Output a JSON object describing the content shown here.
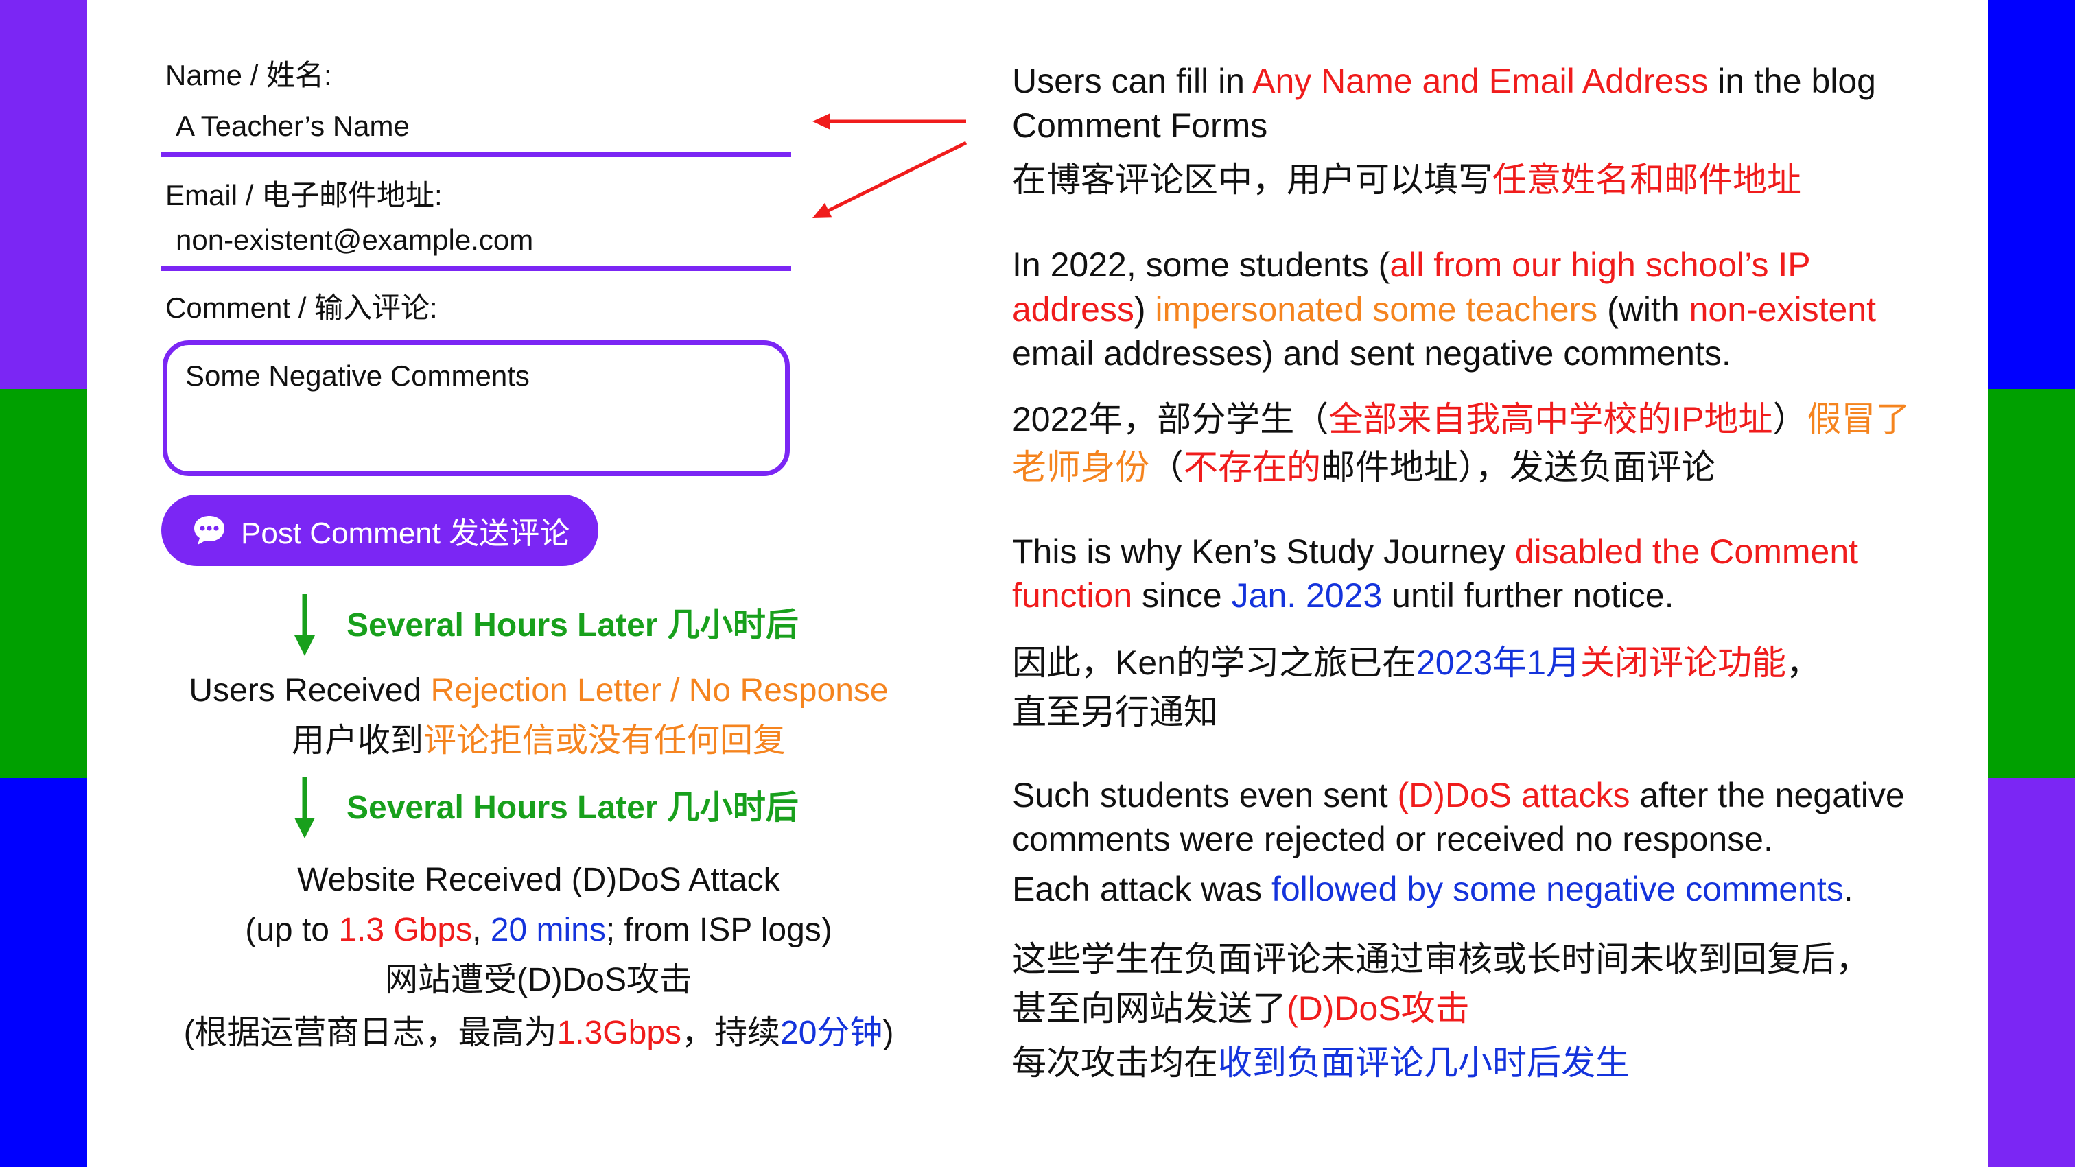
{
  "colors": {
    "purple": "#7b26f4",
    "green_bar": "#00a000",
    "blue_bar": "#0000ff",
    "text": "#111111",
    "red": "#f01c1c",
    "orange": "#f5841f",
    "blue": "#1433dc",
    "green": "#18a01c",
    "white": "#ffffff"
  },
  "icons": {
    "submit": "chat-bubble-icon",
    "flow_arrow": "arrow-down-icon",
    "pointer_arrows": "arrow-left-icon"
  },
  "form": {
    "name_label": "Name / 姓名:",
    "name_value": "A Teacher’s Name",
    "email_label": "Email / 电子邮件地址:",
    "email_value": "non-existent@example.com",
    "comment_label": "Comment / 输入评论:",
    "comment_value": "Some Negative Comments",
    "submit_label": "Post Comment 发送评论"
  },
  "flow": {
    "delay_label_1": "Several Hours Later 几小时后",
    "delay_label_2": "Several Hours Later 几小时后",
    "received_en": [
      {
        "text": "Users Received "
      },
      {
        "text": "Rejection Letter / No Response",
        "color": "orange"
      }
    ],
    "received_zh": [
      {
        "text": "用户收到"
      },
      {
        "text": "评论拒信或没有任何回复",
        "color": "orange"
      }
    ],
    "attack_en": [
      {
        "text": "Website Received (D)DoS Attack"
      }
    ],
    "attack_detail_en": [
      {
        "text": "(up to "
      },
      {
        "text": "1.3 Gbps",
        "color": "red"
      },
      {
        "text": ", "
      },
      {
        "text": "20 mins",
        "color": "blue"
      },
      {
        "text": "; from ISP logs)"
      }
    ],
    "attack_zh": [
      {
        "text": "网站遭受(D)DoS攻击"
      }
    ],
    "attack_detail_zh": [
      {
        "text": "(根据运营商日志，最高为"
      },
      {
        "text": "1.3Gbps",
        "color": "red"
      },
      {
        "text": "，持续"
      },
      {
        "text": "20分钟",
        "color": "blue"
      },
      {
        "text": ")"
      }
    ]
  },
  "explanation": {
    "lines": [
      [
        {
          "text": "Users can fill in "
        },
        {
          "text": "Any Name and Email Address",
          "color": "red"
        },
        {
          "text": " in the blog"
        }
      ],
      [
        {
          "text": "Comment Forms"
        }
      ],
      [
        {
          "text": "在博客评论区中，用户可以填写"
        },
        {
          "text": "任意姓名和邮件地址",
          "color": "red"
        }
      ],
      [
        {
          "text": "In 2022, some students ("
        },
        {
          "text": "all from our high school’s IP",
          "color": "red"
        }
      ],
      [
        {
          "text": "address",
          "color": "red"
        },
        {
          "text": ") "
        },
        {
          "text": "impersonated some teachers",
          "color": "orange"
        },
        {
          "text": " (with "
        },
        {
          "text": "non-existent",
          "color": "red"
        }
      ],
      [
        {
          "text": "email addresses) and sent negative comments."
        }
      ],
      [
        {
          "text": "2022年，部分学生（"
        },
        {
          "text": "全部来自我高中学校的IP地址",
          "color": "red"
        },
        {
          "text": "）"
        },
        {
          "text": "假冒了",
          "color": "orange"
        }
      ],
      [
        {
          "text": "老师身份",
          "color": "orange"
        },
        {
          "text": "（"
        },
        {
          "text": "不存在的",
          "color": "red"
        },
        {
          "text": "邮件地址），发送负面评论"
        }
      ],
      [
        {
          "text": "This is why Ken’s Study Journey "
        },
        {
          "text": "disabled the Comment",
          "color": "red"
        }
      ],
      [
        {
          "text": "function",
          "color": "red"
        },
        {
          "text": " since "
        },
        {
          "text": "Jan. 2023",
          "color": "blue"
        },
        {
          "text": " until further notice."
        }
      ],
      [
        {
          "text": "因此，Ken的学习之旅已在"
        },
        {
          "text": "2023年1月",
          "color": "blue"
        },
        {
          "text": "关闭评论功能",
          "color": "red"
        },
        {
          "text": "，"
        }
      ],
      [
        {
          "text": "直至另行通知"
        }
      ],
      [
        {
          "text": "Such students even sent "
        },
        {
          "text": "(D)DoS attacks",
          "color": "red"
        },
        {
          "text": " after the negative"
        }
      ],
      [
        {
          "text": "comments were rejected or received no response."
        }
      ],
      [
        {
          "text": "Each attack was "
        },
        {
          "text": "followed by some negative comments",
          "color": "blue"
        },
        {
          "text": "."
        }
      ],
      [
        {
          "text": "这些学生在负面评论未通过审核或长时间未收到回复后，"
        }
      ],
      [
        {
          "text": "甚至向网站发送了"
        },
        {
          "text": "(D)DoS攻击",
          "color": "red"
        }
      ],
      [
        {
          "text": "每次攻击均在"
        },
        {
          "text": "收到负面评论几小时后发生",
          "color": "blue"
        }
      ]
    ]
  }
}
